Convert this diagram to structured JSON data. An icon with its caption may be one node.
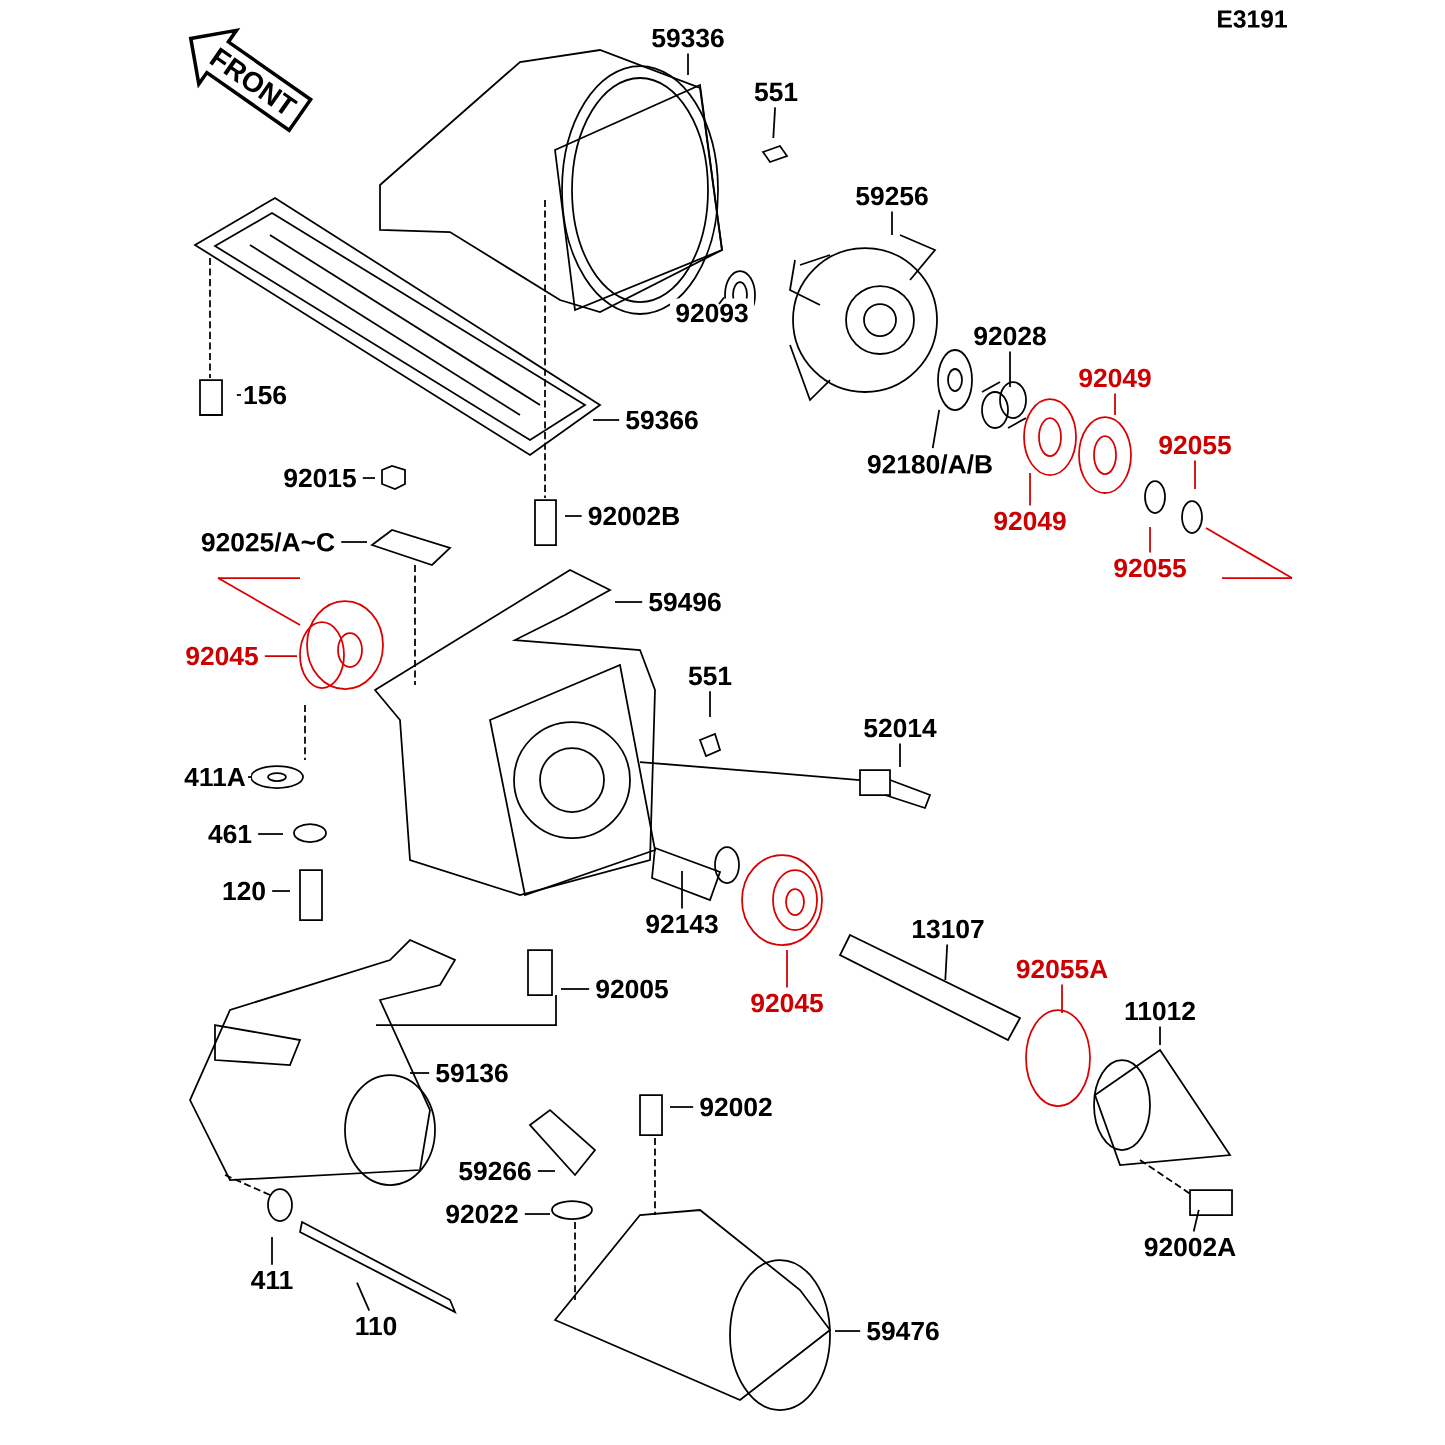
{
  "diagram": {
    "nodes": [
      {
        "text": [
          "59336"
        ]
      },
      {
        "text": [
          "551"
        ]
      },
      {
        "text": [
          "59256"
        ]
      },
      {
        "text": [
          "92093"
        ]
      },
      {
        "text": [
          "92028"
        ]
      },
      {
        "text": [
          "92049"
        ]
      },
      {
        "text": [
          "92055"
        ]
      },
      {
        "text": [
          "156"
        ]
      },
      {
        "text": [
          "59366"
        ]
      },
      {
        "text": [
          "92180/A/B"
        ]
      },
      {
        "text": [
          "92049"
        ]
      },
      {
        "text": [
          "92015"
        ]
      },
      {
        "text": [
          "92055"
        ]
      },
      {
        "text": [
          "92002B"
        ]
      },
      {
        "text": [
          "92025/A~C"
        ]
      },
      {
        "text": [
          "59496"
        ]
      },
      {
        "text": [
          "92045"
        ]
      },
      {
        "text": [
          "551"
        ]
      },
      {
        "text": [
          "52014"
        ]
      },
      {
        "text": [
          "411A"
        ]
      },
      {
        "text": [
          "461"
        ]
      },
      {
        "text": [
          "120"
        ]
      },
      {
        "text": [
          "92143"
        ]
      },
      {
        "text": [
          "13107"
        ]
      },
      {
        "text": [
          "92055A"
        ]
      },
      {
        "text": [
          "92045"
        ]
      },
      {
        "text": [
          "92005"
        ]
      },
      {
        "text": [
          "11012"
        ]
      },
      {
        "text": [
          "59136"
        ]
      },
      {
        "text": [
          "92002"
        ]
      },
      {
        "text": [
          "59266"
        ]
      },
      {
        "text": [
          "92022"
        ]
      },
      {
        "text": [
          "92002A"
        ]
      },
      {
        "text": [
          "411"
        ]
      },
      {
        "text": [
          "110"
        ]
      },
      {
        "text": [
          "59476"
        ]
      }
    ],
    "edges": [
      {
        "from": 0,
        "to": null,
        "arrow": "none"
      },
      {
        "from": 1,
        "to": null,
        "arrow": "none"
      },
      {
        "from": 2,
        "to": null,
        "arrow": "none"
      },
      {
        "from": 3,
        "to": null,
        "arrow": "none"
      },
      {
        "from": 4,
        "to": null,
        "arrow": "none"
      },
      {
        "from": 5,
        "to": null,
        "arrow": "none",
        "color": "#cc0000"
      },
      {
        "from": 6,
        "to": null,
        "arrow": "none",
        "color": "#cc0000"
      },
      {
        "from": 7,
        "to": null,
        "arrow": "none"
      },
      {
        "from": 8,
        "to": null,
        "arrow": "none"
      },
      {
        "from": 9,
        "to": null,
        "arrow": "none"
      },
      {
        "from": 10,
        "to": null,
        "arrow": "none",
        "color": "#cc0000"
      },
      {
        "from": 11,
        "to": null,
        "arrow": "none"
      },
      {
        "from": 12,
        "to": null,
        "arrow": "none",
        "color": "#cc0000"
      },
      {
        "from": 13,
        "to": null,
        "arrow": "none"
      },
      {
        "from": 14,
        "to": null,
        "arrow": "none"
      },
      {
        "from": 15,
        "to": null,
        "arrow": "none"
      },
      {
        "from": 16,
        "to": null,
        "arrow": "none",
        "color": "#cc0000"
      },
      {
        "from": 17,
        "to": null,
        "arrow": "none"
      },
      {
        "from": 18,
        "to": null,
        "arrow": "none"
      },
      {
        "from": 19,
        "to": null,
        "arrow": "none"
      },
      {
        "from": 20,
        "to": null,
        "arrow": "none"
      },
      {
        "from": 21,
        "to": null,
        "arrow": "none"
      },
      {
        "from": 22,
        "to": null,
        "arrow": "none"
      },
      {
        "from": 23,
        "to": null,
        "arrow": "none"
      },
      {
        "from": 24,
        "to": null,
        "arrow": "none",
        "color": "#cc0000"
      },
      {
        "from": 25,
        "to": null,
        "arrow": "none",
        "color": "#cc0000"
      },
      {
        "from": 26,
        "to": null,
        "arrow": "none"
      },
      {
        "from": 27,
        "to": null,
        "arrow": "none"
      },
      {
        "from": 28,
        "to": null,
        "arrow": "none"
      },
      {
        "from": 29,
        "to": null,
        "arrow": "none"
      },
      {
        "from": 30,
        "to": null,
        "arrow": "none"
      },
      {
        "from": 31,
        "to": null,
        "arrow": "none"
      },
      {
        "from": 32,
        "to": null,
        "arrow": "none"
      },
      {
        "from": 33,
        "to": null,
        "arrow": "none"
      },
      {
        "from": 34,
        "to": null,
        "arrow": "none"
      },
      {
        "from": 35,
        "to": null,
        "arrow": "none"
      }
    ],
    "labels": [
      "E3191",
      "FRONT"
    ]
  }
}
